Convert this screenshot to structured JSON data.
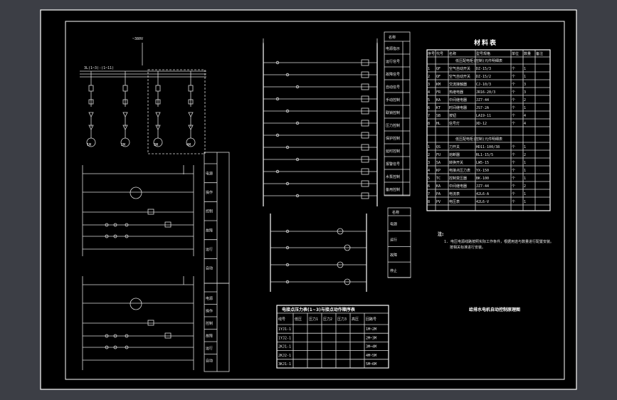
{
  "power": {
    "supply": "~380V",
    "bus": "3L(1~3)-(1~11)",
    "motor_1": "1M",
    "motor_2": "2M",
    "motor_3": "3M",
    "motor_4": "4M"
  },
  "side_stub_1": [
    "电源",
    "操作",
    "控制",
    "故障",
    "运行",
    "自动"
  ],
  "side_stub_2": [
    "电源",
    "操作",
    "控制",
    "故障",
    "运行",
    "自动"
  ],
  "control_column": {
    "header": "名称",
    "rows": [
      "电源指示",
      "运行信号",
      "故障信号",
      "自动信号",
      "手动控制",
      "联锁控制",
      "压力控制",
      "保护控制",
      "延时控制",
      "报警信号",
      "水泵控制",
      "备用控制"
    ]
  },
  "indicator_column": {
    "header": "名称",
    "rows": [
      "电源",
      "运行",
      "故障",
      "停止"
    ]
  },
  "sequence_table": {
    "title": "电接点压力表(1~3)与接点动作顺序表",
    "headers": [
      "线号",
      "低压",
      "压力1",
      "压力2",
      "压力3",
      "高压",
      "回路号"
    ],
    "rows": [
      [
        "1YJ1-1",
        "",
        "",
        "",
        "",
        "",
        "1M~2M"
      ],
      [
        "1YJ2-1",
        "",
        "",
        "",
        "",
        "",
        "2M~3M"
      ],
      [
        "2KJ1-1",
        "",
        "",
        "",
        "",
        "",
        "3M~4M"
      ],
      [
        "2KJ2-1",
        "",
        "",
        "",
        "",
        "",
        "4M~5M"
      ],
      [
        "3KJ1-1",
        "",
        "",
        "",
        "",
        "",
        "5M~6M"
      ]
    ]
  },
  "materials": {
    "title": "材料表",
    "headers": [
      "序号",
      "代号",
      "名称",
      "型号规格",
      "单位",
      "数量",
      "备注"
    ],
    "section_1": "低压配电柜(控制)元件明细表",
    "section_2": "低压配电柜(控制)元件明细表",
    "rows_1": [
      [
        "1",
        "QF",
        "空气自动开关",
        "DZ-15/3",
        "个",
        "1",
        ""
      ],
      [
        "2",
        "QF",
        "空气自动开关",
        "DZ-15/2",
        "个",
        "1",
        ""
      ],
      [
        "3",
        "KM",
        "交流接触器",
        "CJ-10/3",
        "个",
        "3",
        ""
      ],
      [
        "4",
        "FR",
        "热继电器",
        "JR16-20/3",
        "个",
        "3",
        ""
      ],
      [
        "5",
        "KA",
        "中间继电器",
        "JZ7-44",
        "个",
        "2",
        ""
      ],
      [
        "6",
        "KT",
        "时间继电器",
        "JS7-2A",
        "个",
        "1",
        ""
      ],
      [
        "7",
        "SB",
        "按钮",
        "LA19-11",
        "个",
        "4",
        ""
      ],
      [
        "8",
        "HL",
        "信号灯",
        "XD-12",
        "个",
        "4",
        ""
      ]
    ],
    "rows_2": [
      [
        "1",
        "QS",
        "刀开关",
        "HD11-100/38",
        "个",
        "1",
        ""
      ],
      [
        "2",
        "FU",
        "熔断器",
        "RL1-15/5",
        "个",
        "2",
        ""
      ],
      [
        "3",
        "SA",
        "转换开关",
        "LW5-15",
        "个",
        "1",
        ""
      ],
      [
        "4",
        "KP",
        "电接点压力表",
        "YX-150",
        "个",
        "1",
        ""
      ],
      [
        "5",
        "TC",
        "控制变压器",
        "BK-100",
        "个",
        "1",
        ""
      ],
      [
        "6",
        "KA",
        "中间继电器",
        "JZ7-44",
        "个",
        "2",
        ""
      ],
      [
        "7",
        "PA",
        "电流表",
        "42L6-A",
        "个",
        "1",
        ""
      ],
      [
        "8",
        "PV",
        "电压表",
        "42L6-V",
        "个",
        "1",
        ""
      ]
    ]
  },
  "notes": {
    "label": "注:",
    "text_1": "1. 电压电源线路按照实际工作条件，根据用途与数量进行配置安装。",
    "text_2": "按相关标准进行安装。"
  },
  "drawing_title": "给排水电机自动控制原理图",
  "colors": {
    "background": "#3c3e45",
    "sheet": "#000000",
    "line": "#dcdcdc"
  }
}
